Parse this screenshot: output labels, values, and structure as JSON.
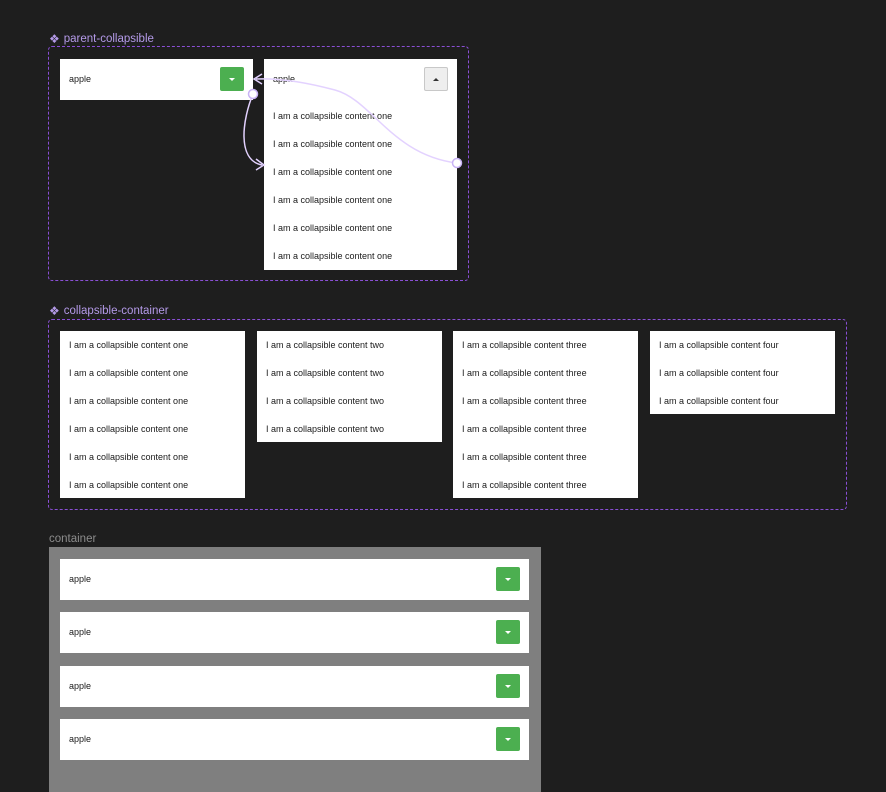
{
  "parent_collapsible": {
    "label": "parent-collapsible",
    "closed": {
      "value": "apple"
    },
    "open": {
      "value": "apple",
      "items": [
        "I am a collapsible content one",
        "I am a collapsible content one",
        "I am a collapsible content one",
        "I am a collapsible content one",
        "I am a collapsible content one",
        "I am a collapsible content one"
      ]
    }
  },
  "collapsible_container": {
    "label": "collapsible-container",
    "panels": [
      {
        "items": [
          "I am a collapsible content one",
          "I am a collapsible content one",
          "I am a collapsible content one",
          "I am a collapsible content one",
          "I am a collapsible content one",
          "I am a collapsible content one"
        ]
      },
      {
        "items": [
          "I am a collapsible content two",
          "I am a collapsible content two",
          "I am a collapsible content two",
          "I am a collapsible content two"
        ]
      },
      {
        "items": [
          "I am a collapsible content three",
          "I am a collapsible content three",
          "I am a collapsible content three",
          "I am a collapsible content three",
          "I am a collapsible content three",
          "I am a collapsible content three"
        ]
      },
      {
        "items": [
          "I am a collapsible content four",
          "I am a collapsible content four",
          "I am a collapsible content four"
        ]
      }
    ]
  },
  "container": {
    "label": "container",
    "rows": [
      {
        "value": "apple"
      },
      {
        "value": "apple"
      },
      {
        "value": "apple"
      },
      {
        "value": "apple"
      }
    ]
  },
  "colors": {
    "canvas": "#1e1e1e",
    "component_purple": "#8a4fd6",
    "label_purple": "#b49ae8",
    "accent_green": "#4caf50",
    "container_gray": "#7f7f7f",
    "prototype_line": "#e3d2ff"
  },
  "icons": {
    "component": "component-diamond-icon",
    "dropdown_closed": "caret-down-icon",
    "dropdown_open": "caret-up-icon"
  }
}
